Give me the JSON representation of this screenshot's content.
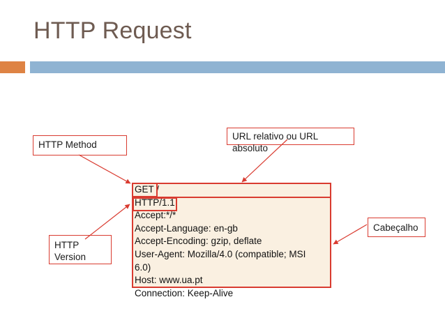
{
  "slide": {
    "title": "HTTP Request",
    "title_color": "#6E5B51",
    "accent_orange": "#DE8344",
    "accent_blue": "#8FB3D2",
    "callout_border_color": "#D93B30",
    "request_block_bg": "#FAF0E1"
  },
  "callouts": {
    "http_method": "HTTP Method",
    "url_line1": "URL relativo ou URL",
    "url_line2": "absoluto",
    "http_version": "HTTP\nVersion",
    "cabecalho": "Cabeçalho"
  },
  "request": {
    "lines": [
      "GET /",
      "HTTP/1.1",
      "Accept:*/*",
      "Accept-Language: en-gb",
      "Accept-Encoding: gzip, deflate",
      "User-Agent: Mozilla/4.0 (compatible; MSI",
      "6.0)",
      "Host: www.ua.pt",
      "Connection: Keep-Alive"
    ],
    "full_text": "GET /\nHTTP/1.1\nAccept:*/*\nAccept-Language: en-gb\nAccept-Encoding: gzip, deflate\nUser-Agent: Mozilla/4.0 (compatible; MSI\n6.0)\nHost: www.ua.pt\nConnection: Keep-Alive",
    "method": "GET",
    "path": "/",
    "version": "HTTP/1.1"
  }
}
